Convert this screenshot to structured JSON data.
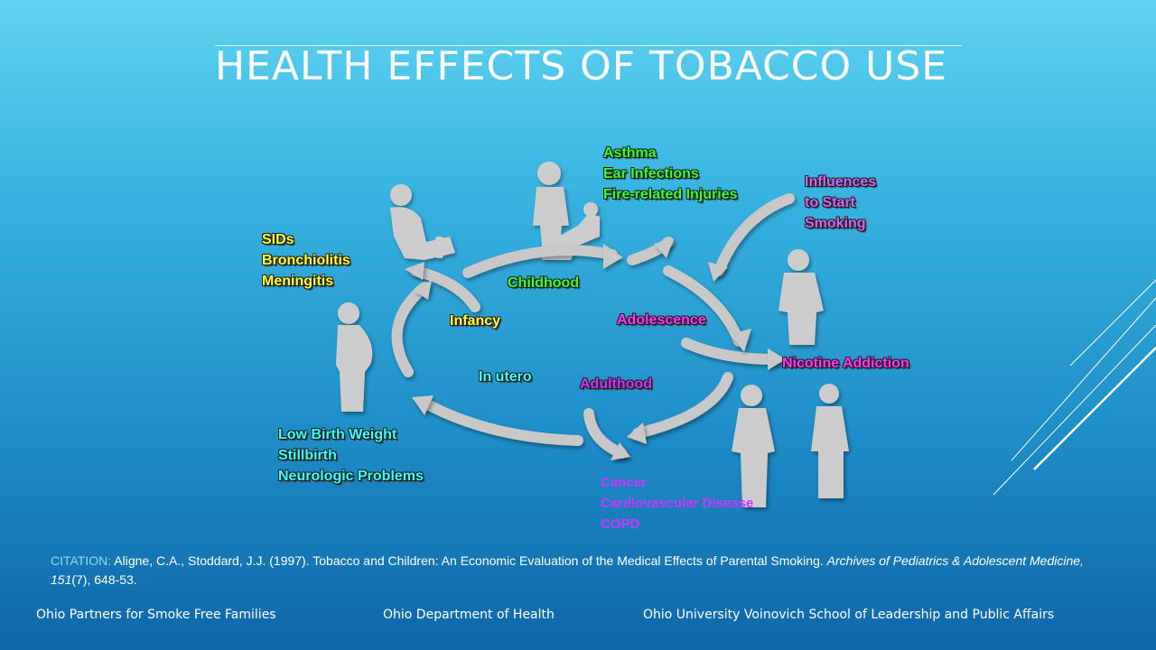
{
  "slide": {
    "title": "HEALTH EFFECTS OF TOBACCO USE"
  },
  "diagram": {
    "stages": {
      "in_utero": "In utero",
      "infancy": "Infancy",
      "childhood": "Childhood",
      "adolescence": "Adolescence",
      "adulthood": "Adulthood"
    },
    "effects": {
      "infancy": [
        "SIDs",
        "Bronchiolitis",
        "Meningitis"
      ],
      "childhood": [
        "Asthma",
        "Ear Infections",
        "Fire-related Injuries"
      ],
      "influences": [
        "Influences",
        "to Start",
        "Smoking"
      ],
      "adolescence": [
        "Nicotine Addiction"
      ],
      "adulthood": [
        "Cancer",
        "Cardiovascular Disease",
        "COPD"
      ],
      "in_utero": [
        "Low Birth Weight",
        "Stillbirth",
        "Neurologic Problems"
      ]
    },
    "colors": {
      "infancy_effects": "#ffff33",
      "childhood_effects": "#33ff33",
      "childhood_stage": "#33ff33",
      "infancy_stage": "#ffff33",
      "in_utero_stage": "#33ffff",
      "in_utero_effects": "#33ffff",
      "adolescence_stage": "#ff33ff",
      "adolescence_effects": "#ff33ff",
      "adulthood_stage": "#cc33ff",
      "adulthood_effects": "#cc33ff",
      "influences": "#cc66ff",
      "arrows": "#c8c8c8",
      "silhouettes": "#cccccc"
    }
  },
  "citation": {
    "heading": "CITATION:",
    "authors_text": "Aligne, C.A., Stoddard, J.J. (1997). Tobacco and Children: An Economic Evaluation of the Medical Effects of Parental Smoking.",
    "journal": "Archives of Pediatrics & Adolescent Medicine, 151",
    "issue": "(7)",
    "pages": ", 648-53."
  },
  "footer": {
    "partner_1": "Ohio Partners for Smoke Free Families",
    "partner_2": "Ohio Department of Health",
    "partner_3": "Ohio University Voinovich School of Leadership and Public Affairs"
  }
}
